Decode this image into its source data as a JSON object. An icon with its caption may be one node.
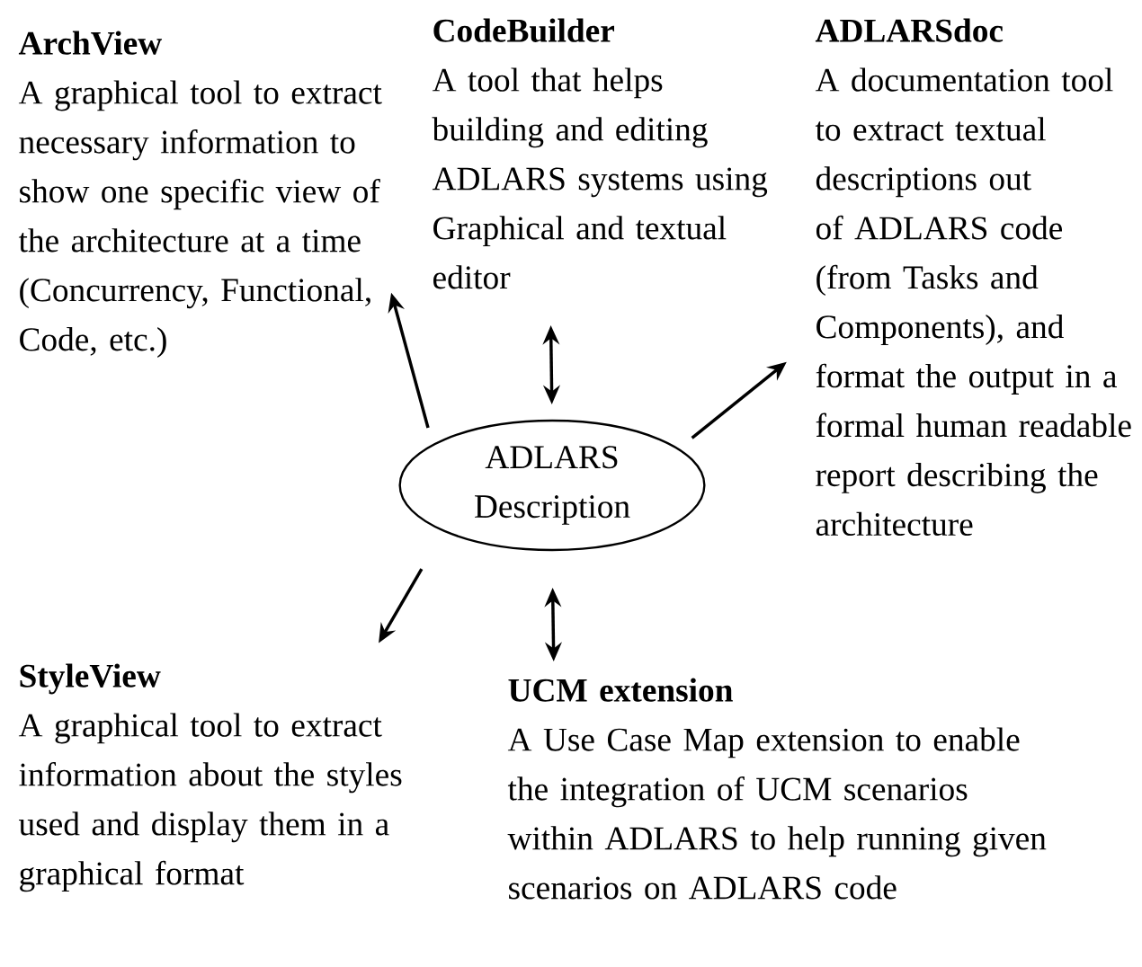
{
  "diagram": {
    "nodes": [
      {
        "text": [
          "ArchView",
          "A graphical tool to extract necessary information to show one specific view of the architecture at a time (Concurrency, Functional, Code, etc.)"
        ]
      },
      {
        "text": [
          "CodeBuilder",
          "A tool that helps building and editing ADLARS systems using Graphical and textual editor"
        ]
      },
      {
        "text": [
          "ADLARSdoc",
          "A documentation tool to extract textual descriptions out of ADLARS code (from Tasks and Components), and format the output in a formal human readable report describing the architecture"
        ]
      },
      {
        "text": [
          "ADLARS Description"
        ]
      },
      {
        "text": [
          "StyleView",
          "A graphical tool to extract information about the styles used and display them in a graphical format"
        ]
      },
      {
        "text": [
          "UCM extension",
          "A Use Case Map extension to enable the integration of UCM scenarios within ADLARS to help running given scenarios on ADLARS code"
        ]
      }
    ],
    "edges": [
      {
        "from": 3,
        "to": 0,
        "arrow": "to"
      },
      {
        "from": 3,
        "to": 1,
        "arrow": "both"
      },
      {
        "from": 3,
        "to": 2,
        "arrow": "to"
      },
      {
        "from": 3,
        "to": 4,
        "arrow": "to"
      },
      {
        "from": 3,
        "to": 5,
        "arrow": "both"
      }
    ]
  }
}
